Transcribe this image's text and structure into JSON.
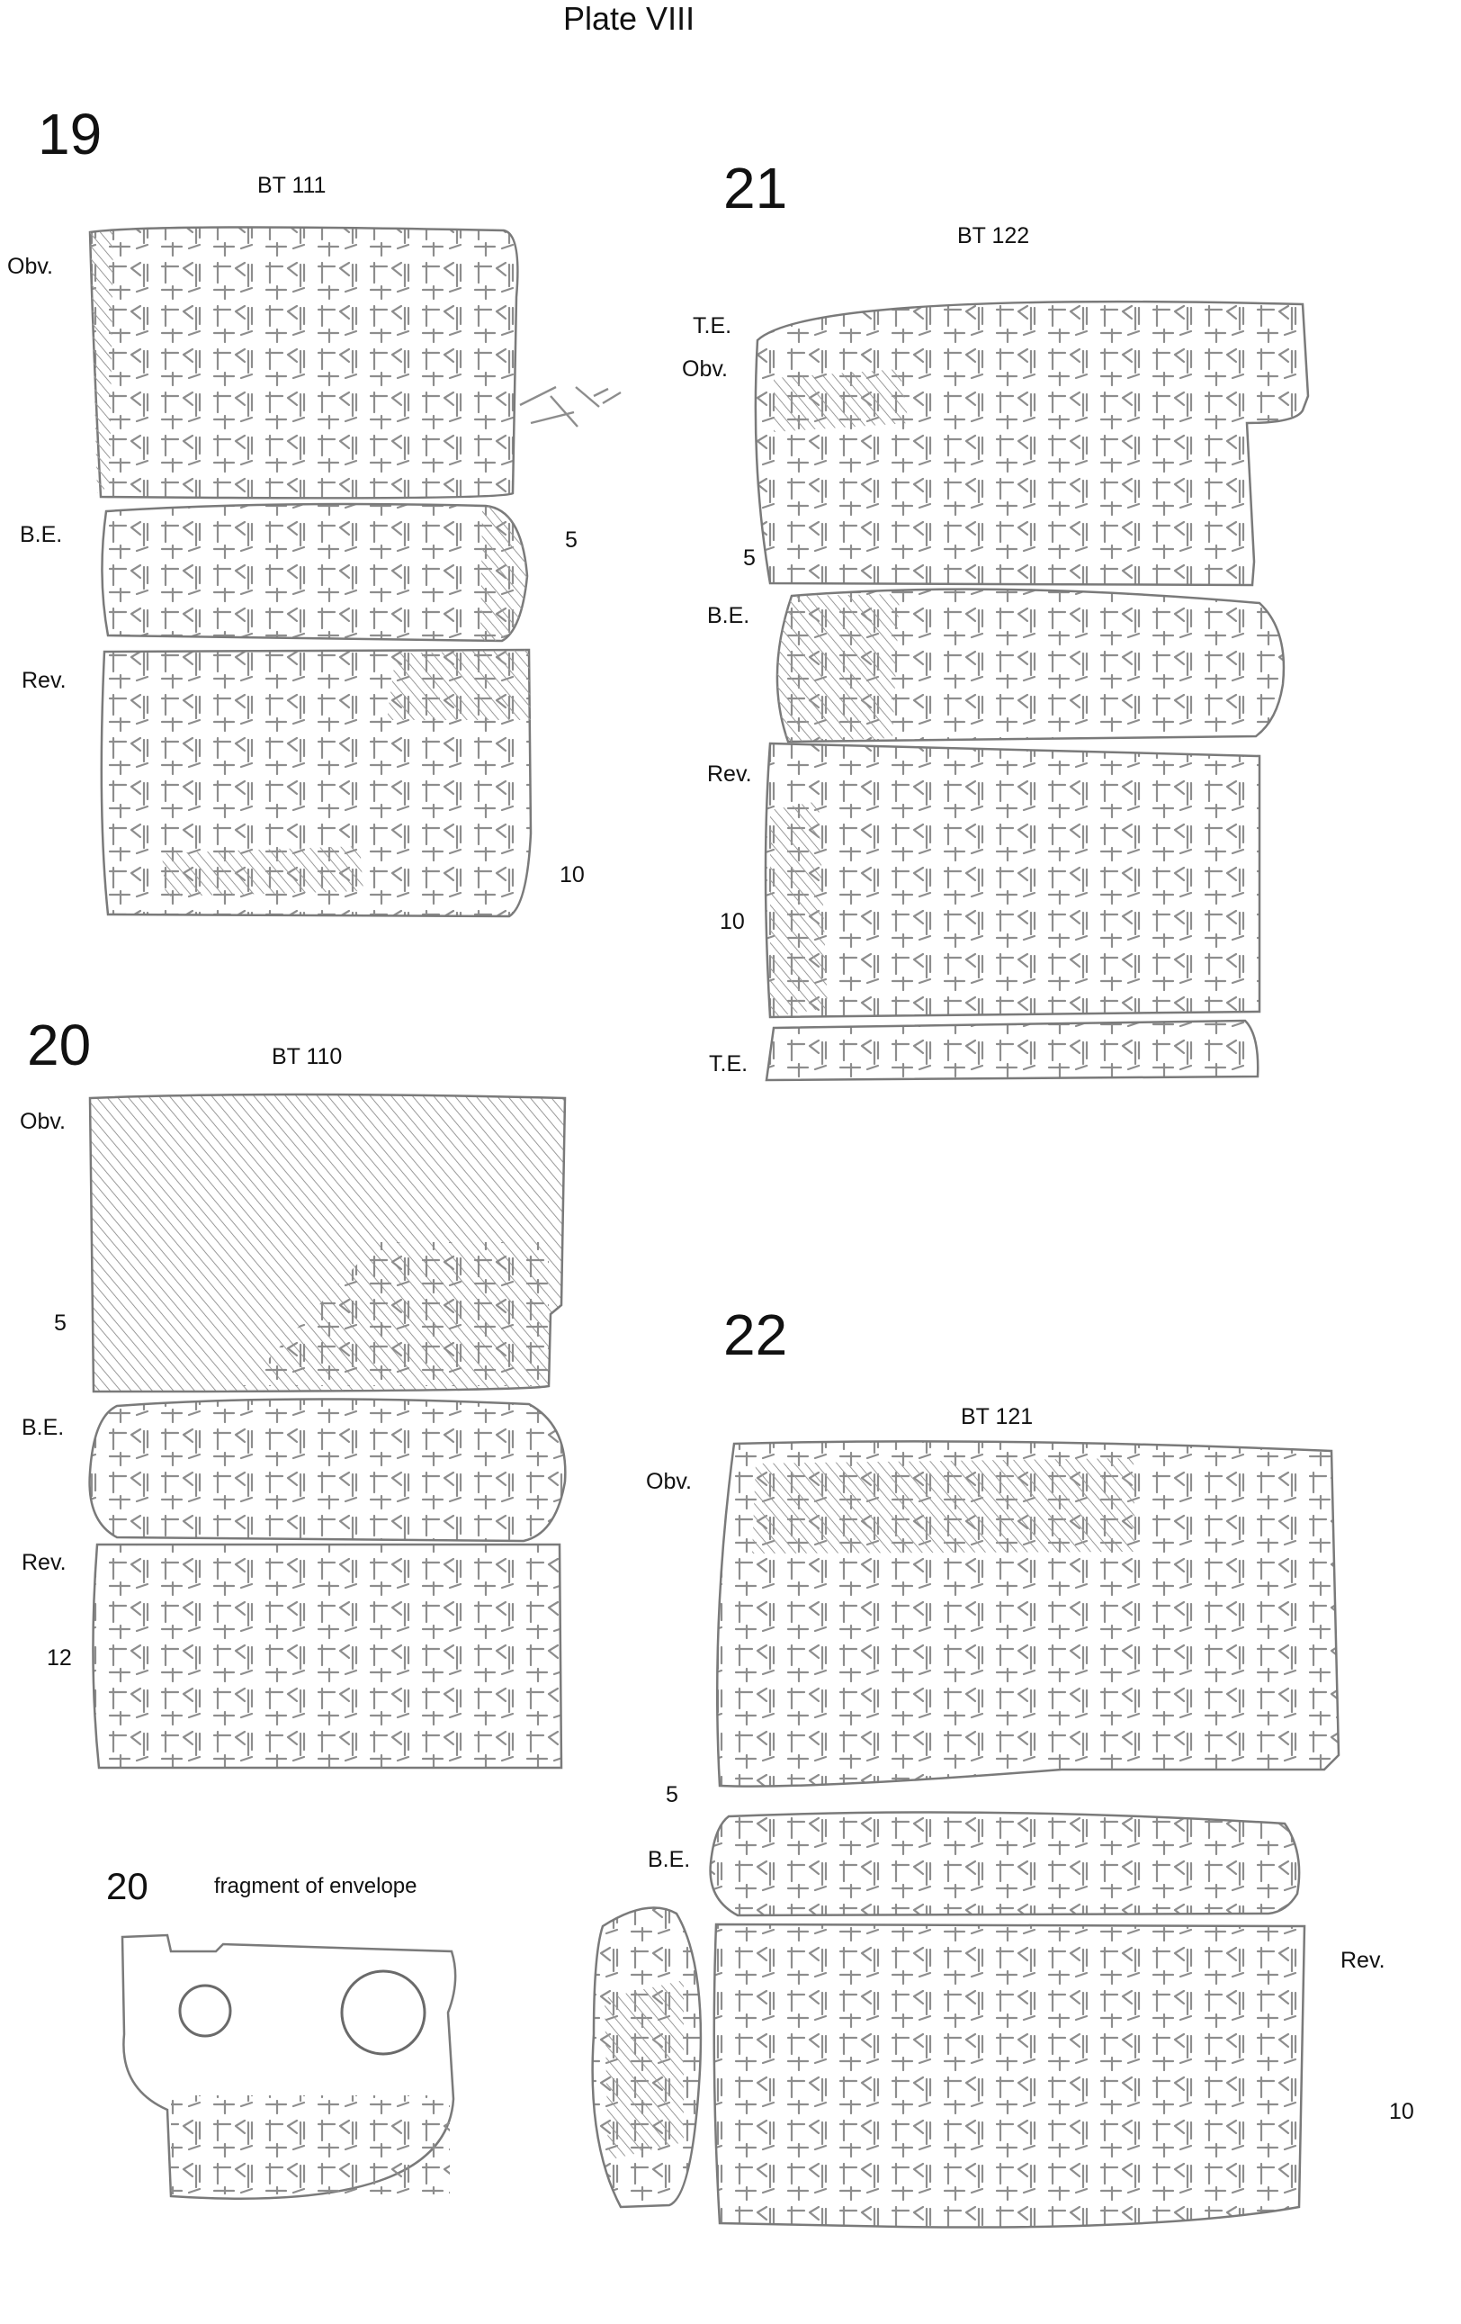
{
  "plate": {
    "title": "Plate VIII"
  },
  "tablets": [
    {
      "number": "19",
      "id": "BT 111",
      "sides": [
        "Obv.",
        "B.E.",
        "Rev."
      ],
      "line_numbers": [
        "5",
        "10"
      ]
    },
    {
      "number": "20",
      "id": "BT 110",
      "sides": [
        "Obv.",
        "B.E.",
        "Rev."
      ],
      "line_numbers": [
        "5",
        "12"
      ]
    },
    {
      "number": "21",
      "id": "BT 122",
      "sides": [
        "T.E.",
        "Obv.",
        "B.E.",
        "Rev.",
        "T.E."
      ],
      "line_numbers": [
        "5",
        "10"
      ]
    },
    {
      "number": "22",
      "id": "BT 121",
      "sides": [
        "Obv.",
        "B.E.",
        "Rev."
      ],
      "line_numbers": [
        "5",
        "10"
      ]
    }
  ],
  "envelope": {
    "number": "20",
    "label": "fragment of envelope"
  },
  "colors": {
    "ink": "#111111",
    "pencil": "#8a8a8a",
    "paper": "#ffffff"
  }
}
